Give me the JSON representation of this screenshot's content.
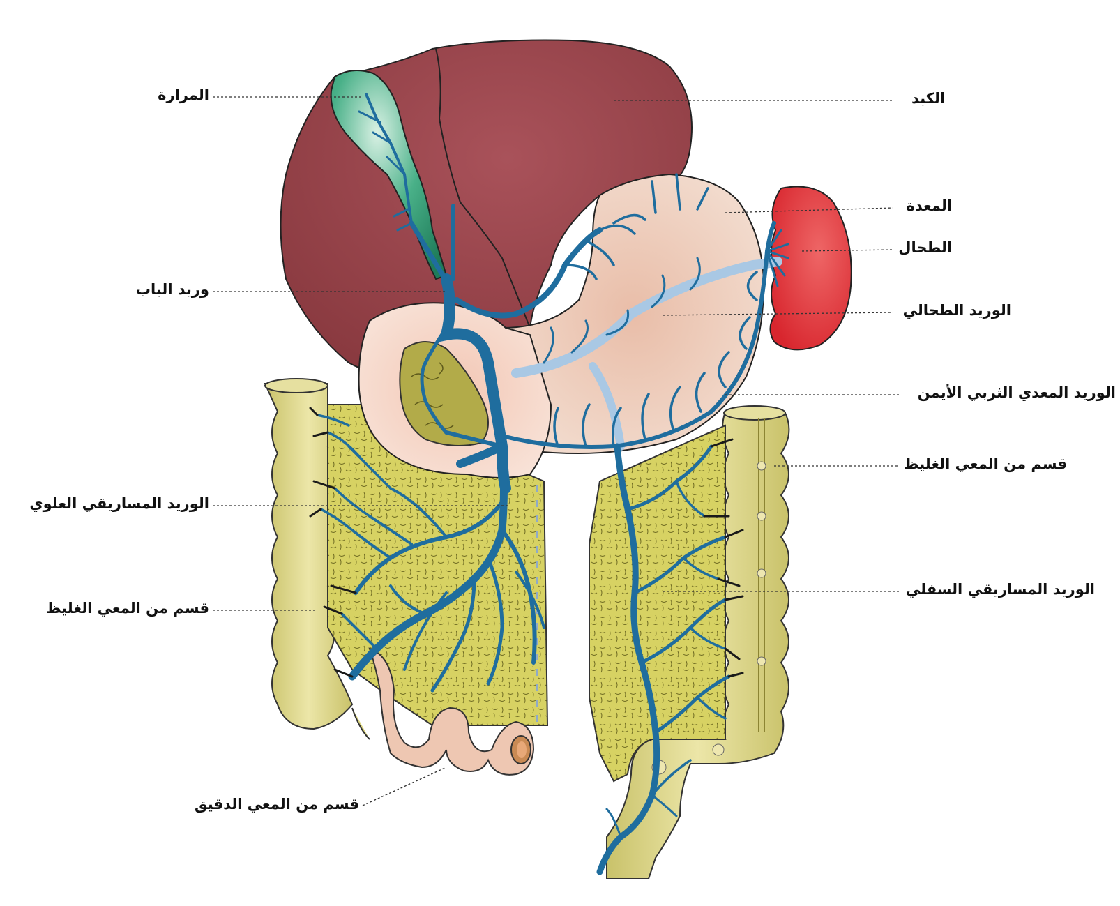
{
  "colors": {
    "liver": "#9a4347",
    "gallbladder": "#3ea37d",
    "stomach": "#efd6c8",
    "spleen": "#e03a3f",
    "intestine": "#d8d27a",
    "mesentery": "#cfca5a",
    "small_intestine": "#eec7b2",
    "vein": "#1f6d9e",
    "splenic_vein_light": "#a9c8e4",
    "outline": "#222222"
  },
  "labels": {
    "liver": "الكبد",
    "gallbladder": "المرارة",
    "stomach": "المعدة",
    "spleen": "الطحال",
    "portal_vein": "وريد الباب",
    "splenic_vein": "الوريد الطحالي",
    "right_gastroepiploic_vein": "الوريد المعدي الثربي الأيمن",
    "large_intestine_right": "قسم من المعي الغليظ",
    "superior_mesenteric_vein": "الوريد المساريقي العلوي",
    "inferior_mesenteric_vein": "الوريد المساريقي السفلي",
    "large_intestine_left": "قسم من المعي الغليظ",
    "small_intestine": "قسم من المعي الدقيق"
  }
}
